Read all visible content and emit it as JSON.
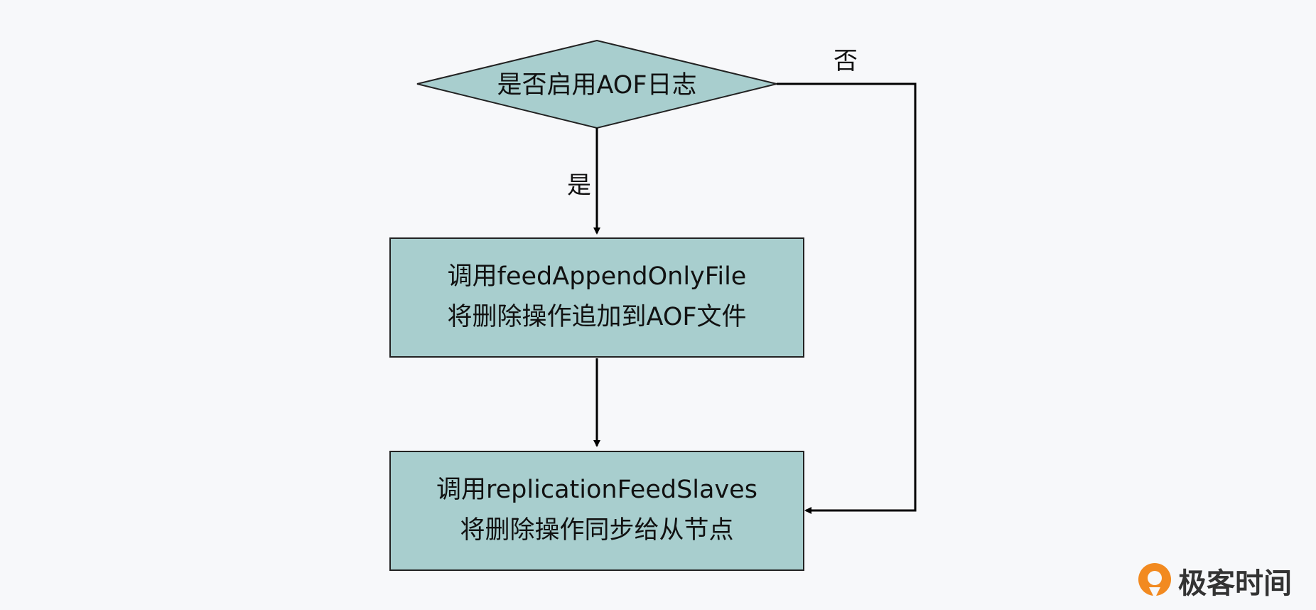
{
  "colors": {
    "background": "#f7f8fa",
    "node_fill": "#a8cece",
    "node_stroke": "#222222",
    "edge": "#000000",
    "brand_orange": "#f28a20"
  },
  "diagram": {
    "decision": {
      "label": "是否启用AOF日志"
    },
    "edges": {
      "yes_label": "是",
      "no_label": "否"
    },
    "process_aof": {
      "line1": "调用feedAppendOnlyFile",
      "line2": "将删除操作追加到AOF文件"
    },
    "process_replication": {
      "line1": "调用replicationFeedSlaves",
      "line2": "将删除操作同步给从节点"
    }
  },
  "brand": {
    "logo_icon": "geektime-logo-icon",
    "name": "极客时间"
  }
}
